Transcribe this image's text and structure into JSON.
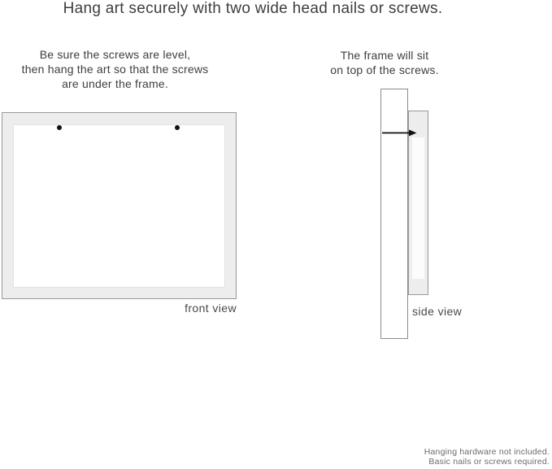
{
  "title": "Hang art securely with two wide head nails or screws.",
  "instructions": {
    "front": {
      "lines": [
        "Be sure the screws are level,",
        "then hang the art so that the screws",
        "are under the frame."
      ]
    },
    "side": {
      "lines": [
        "The frame will sit",
        "on top of the screws."
      ]
    }
  },
  "front_view": {
    "label": "front view",
    "nail_count": 2
  },
  "side_view": {
    "label": "side view"
  },
  "footer": {
    "lines": [
      "Hanging hardware not included.",
      "Basic nails or screws required."
    ]
  },
  "colors": {
    "frame_fill": "#ededed",
    "frame_border": "#999999",
    "text_dark": "#3e3e3e",
    "text_label": "#4a4a4a",
    "text_footer": "#6b6b6b",
    "nail": "#111111"
  }
}
